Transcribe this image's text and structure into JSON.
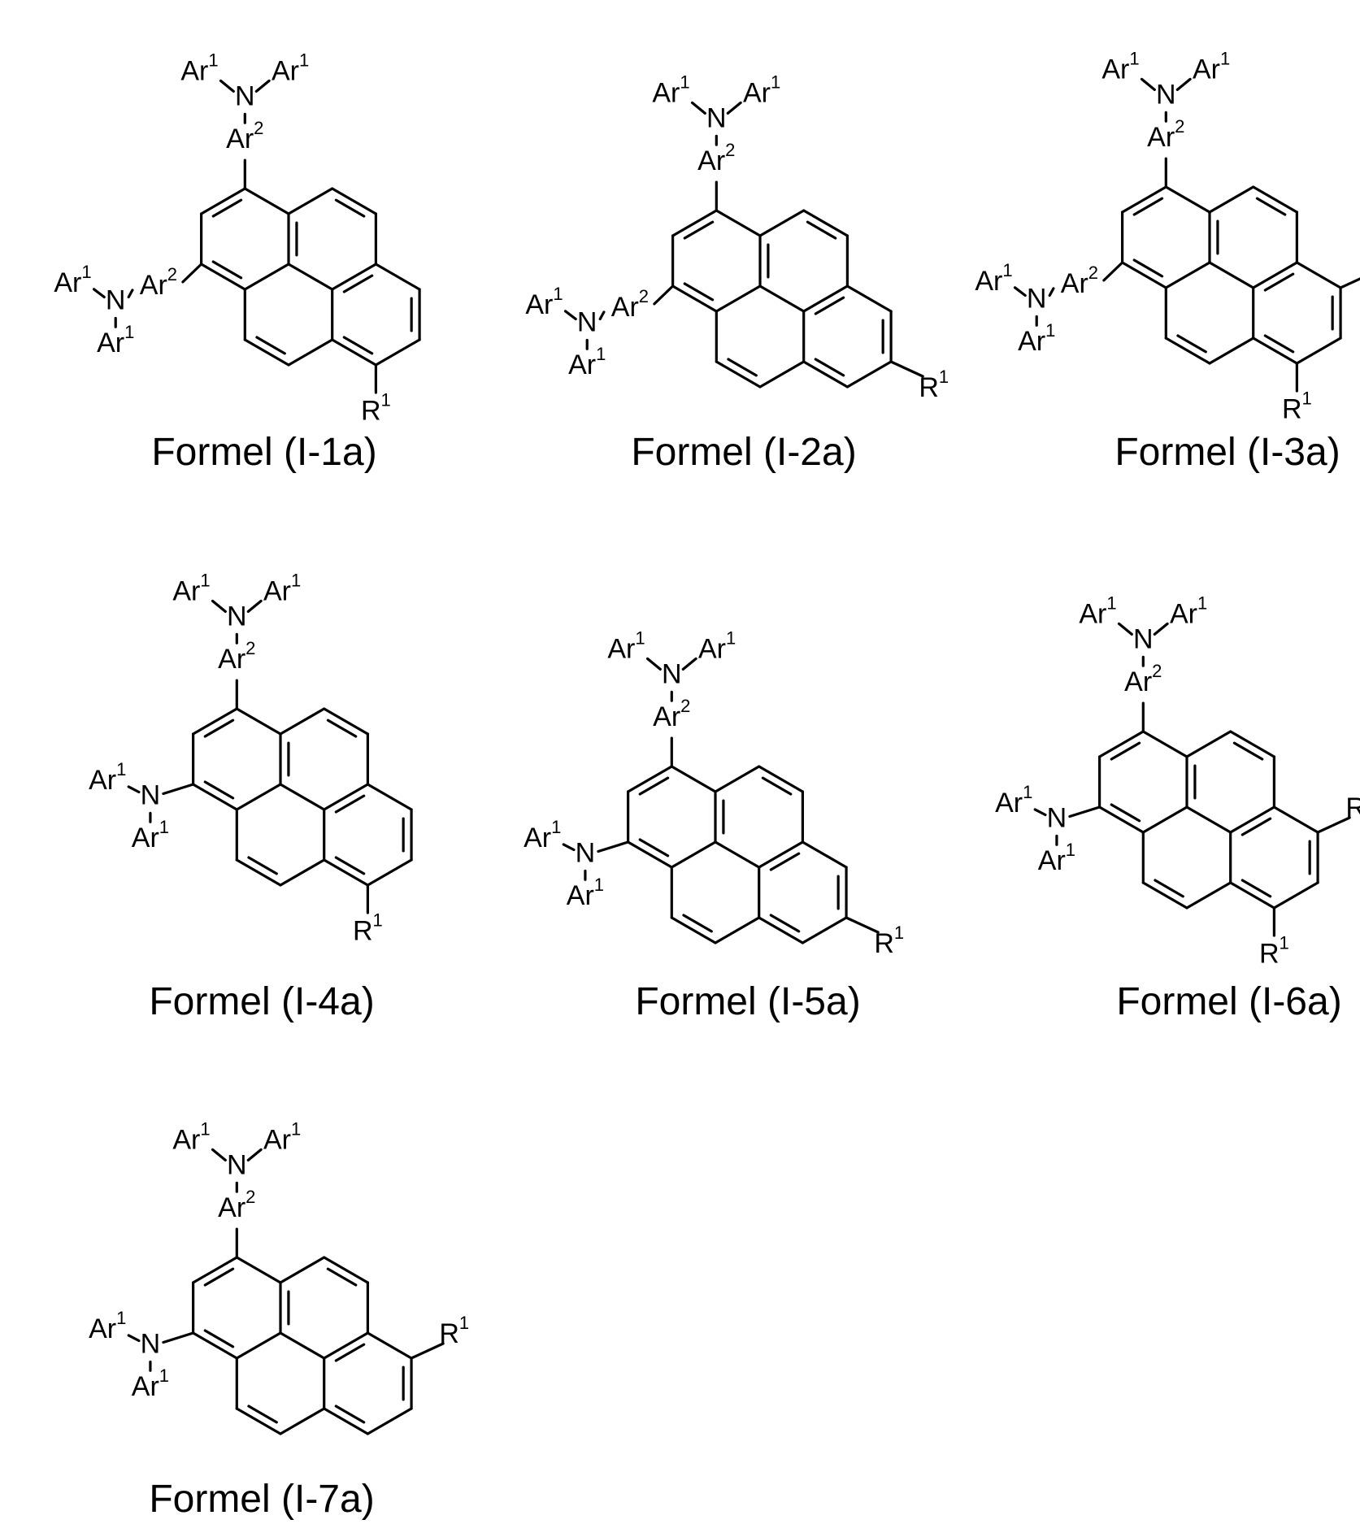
{
  "colors": {
    "ink": "#000000",
    "background": "#ffffff"
  },
  "formulas": [
    {
      "caption": "Formel (I-1a)",
      "ar1": "Ar",
      "ar1_sup": "1",
      "ar2": "Ar",
      "ar2_sup": "2",
      "n": "N",
      "r1": "R",
      "r1_sup": "1"
    },
    {
      "caption": "Formel (I-2a)",
      "ar1": "Ar",
      "ar1_sup": "1",
      "ar2": "Ar",
      "ar2_sup": "2",
      "n": "N",
      "r1": "R",
      "r1_sup": "1"
    },
    {
      "caption": "Formel (I-3a)",
      "ar1": "Ar",
      "ar1_sup": "1",
      "ar2": "Ar",
      "ar2_sup": "2",
      "n": "N",
      "r1": "R",
      "r1_sup": "1"
    },
    {
      "caption": "Formel (I-4a)",
      "ar1": "Ar",
      "ar1_sup": "1",
      "ar2": "Ar",
      "ar2_sup": "2",
      "n": "N",
      "r1": "R",
      "r1_sup": "1"
    },
    {
      "caption": "Formel (I-5a)",
      "ar1": "Ar",
      "ar1_sup": "1",
      "ar2": "Ar",
      "ar2_sup": "2",
      "n": "N",
      "r1": "R",
      "r1_sup": "1"
    },
    {
      "caption": "Formel (I-6a)",
      "ar1": "Ar",
      "ar1_sup": "1",
      "ar2": "Ar",
      "ar2_sup": "2",
      "n": "N",
      "r1": "R",
      "r1_sup": "1"
    },
    {
      "caption": "Formel (I-7a)",
      "ar1": "Ar",
      "ar1_sup": "1",
      "ar2": "Ar",
      "ar2_sup": "2",
      "n": "N",
      "r1": "R",
      "r1_sup": "1"
    }
  ]
}
